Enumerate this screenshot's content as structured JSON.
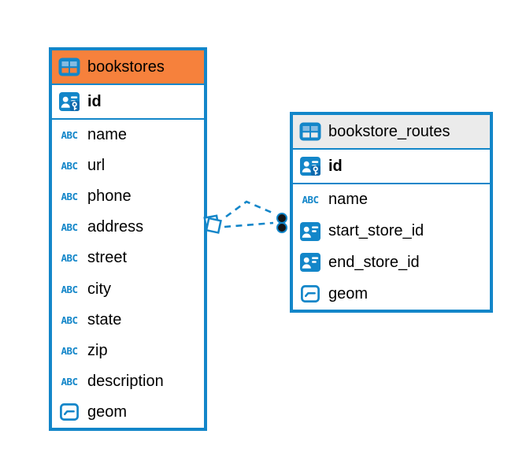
{
  "diagram_type": "entity-relationship",
  "colors": {
    "accent_blue": "#1386C9",
    "bookstores_header_bg": "#F6813C",
    "bookstore_routes_header_bg": "#EBEBEB",
    "canvas_bg": "#FFFFFF",
    "text": "#000000",
    "connector_dot": "#151515"
  },
  "type_icon_labels": {
    "text": "ABC"
  },
  "tables": [
    {
      "name": "bookstores",
      "primary_key": {
        "label": "id",
        "type": "primary-key"
      },
      "columns": [
        {
          "label": "name",
          "type": "text"
        },
        {
          "label": "url",
          "type": "text"
        },
        {
          "label": "phone",
          "type": "text"
        },
        {
          "label": "address",
          "type": "text"
        },
        {
          "label": "street",
          "type": "text"
        },
        {
          "label": "city",
          "type": "text"
        },
        {
          "label": "state",
          "type": "text"
        },
        {
          "label": "zip",
          "type": "text"
        },
        {
          "label": "description",
          "type": "text"
        },
        {
          "label": "geom",
          "type": "geometry"
        }
      ]
    },
    {
      "name": "bookstore_routes",
      "primary_key": {
        "label": "id",
        "type": "primary-key"
      },
      "columns": [
        {
          "label": "name",
          "type": "text"
        },
        {
          "label": "start_store_id",
          "type": "reference"
        },
        {
          "label": "end_store_id",
          "type": "reference"
        },
        {
          "label": "geom",
          "type": "geometry"
        }
      ]
    }
  ],
  "relationships": [
    {
      "from_table": "bookstores",
      "to_table": "bookstore_routes",
      "to_column": "start_store_id",
      "line_style": "dashed"
    },
    {
      "from_table": "bookstores",
      "to_table": "bookstore_routes",
      "to_column": "end_store_id",
      "line_style": "dashed"
    }
  ]
}
